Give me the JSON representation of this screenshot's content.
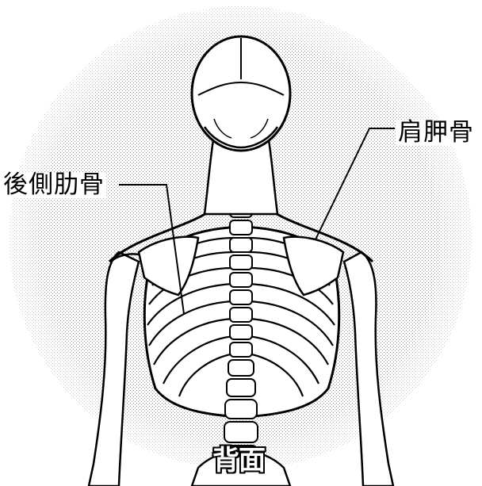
{
  "labels": {
    "scapula": "肩胛骨",
    "posterior_rib": "後側肋骨",
    "view": "背面"
  },
  "colors": {
    "ink": "#000000",
    "halo": "#cfcfcf",
    "bone": "#ffffff"
  }
}
